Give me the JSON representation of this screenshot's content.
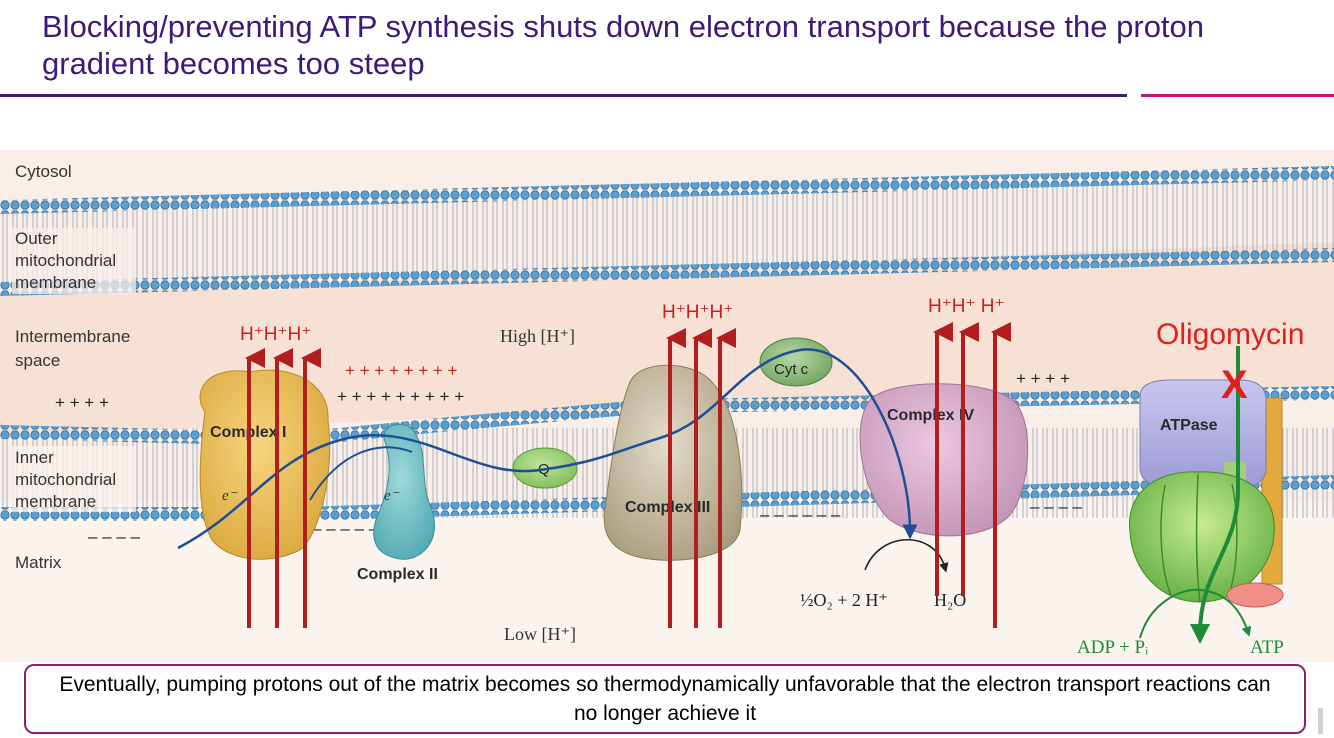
{
  "slide": {
    "title": "Blocking/preventing ATP synthesis shuts down electron transport because the proton gradient becomes too steep",
    "caption": "Eventually, pumping protons out of the matrix becomes so thermodynamically unfavorable that the electron transport reactions can no longer achieve it"
  },
  "diagram": {
    "regions": {
      "cytosol": "Cytosol",
      "outer_1": "Outer",
      "outer_2": "mitochondrial",
      "outer_3": "membrane",
      "ims_1": "Intermembrane",
      "ims_2": "space",
      "inner_1": "Inner",
      "inner_2": "mitochondrial",
      "inner_3": "membrane",
      "matrix": "Matrix"
    },
    "complexes": {
      "c1": "Complex I",
      "c2": "Complex II",
      "c3": "Complex III",
      "c4": "Complex IV",
      "q": "Q",
      "cytc": "Cyt c",
      "atpase": "ATPase"
    },
    "labels": {
      "high_h": "High [H⁺]",
      "low_h": "Low [H⁺]",
      "electron": "e⁻",
      "h_c1": "H⁺H⁺H⁺",
      "h_c3": "H⁺H⁺H⁺",
      "h_c4": "H⁺H⁺ H⁺",
      "o2_reaction": "½O₂ + 2 H⁺",
      "h2o": "H₂O",
      "adp": "ADP + Pᵢ",
      "atp": "ATP",
      "inhibitor": "Oligomycin",
      "block_mark": "X"
    },
    "charges": {
      "plus_left": "+   +   +   +",
      "plus_mid_top": "+   +   +   +       +   +   +   +",
      "plus_mid_bottom": "+   +   +   +   +   +   +   +   +",
      "plus_right": "+   +   +   +",
      "minus_left": "–   –   –   –",
      "minus_mid": "–   –   –   –   –   –   –",
      "minus_mid2": "–   –   –   –   –   –",
      "minus_right": "–   –   –   –"
    },
    "colors": {
      "lipid_head": "#5a9fd0",
      "proton_arrow": "#b21e1e",
      "electron_path": "#1d4f96",
      "inhibitor": "#e0201c",
      "atp_path": "#1f8a3a",
      "ims_background": "#f6e1d4",
      "cytosol_background": "#f9eee8"
    }
  }
}
